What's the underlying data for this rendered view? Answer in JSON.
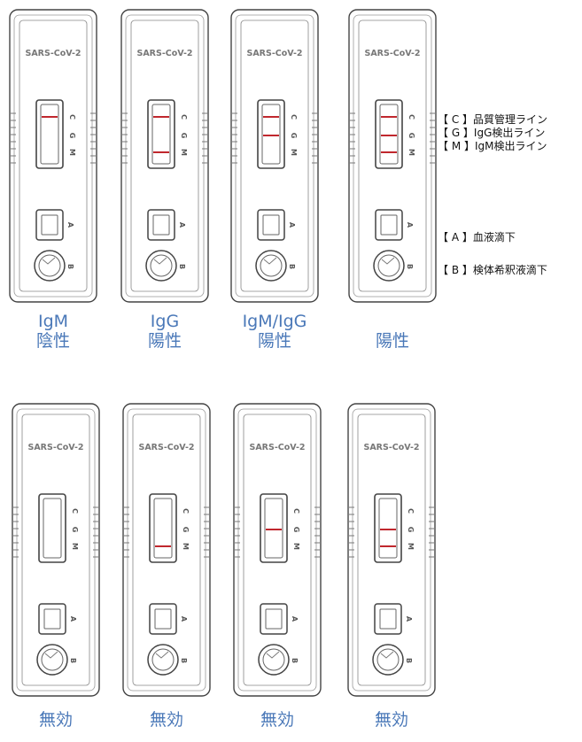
{
  "brand": "SARS-CoV-2",
  "window_letters": [
    "C",
    "G",
    "M"
  ],
  "sample_letters": [
    "A",
    "B"
  ],
  "line_color": "#c0272d",
  "caption_color": "#4a78b8",
  "top_row": [
    {
      "lines": {
        "C": true,
        "G": false,
        "M": false
      },
      "caption": [
        "IgM",
        "陰性"
      ]
    },
    {
      "lines": {
        "C": true,
        "G": false,
        "M": true
      },
      "caption": [
        "IgG",
        "陽性"
      ]
    },
    {
      "lines": {
        "C": true,
        "G": true,
        "M": false
      },
      "caption": [
        "IgM/IgG",
        "陽性"
      ]
    },
    {
      "lines": {
        "C": true,
        "G": true,
        "M": true
      },
      "caption": [
        "",
        "陽性"
      ]
    }
  ],
  "bottom_row": [
    {
      "lines": {
        "C": false,
        "G": false,
        "M": false
      },
      "caption": [
        "無効"
      ]
    },
    {
      "lines": {
        "C": false,
        "G": false,
        "M": true
      },
      "caption": [
        "無効"
      ]
    },
    {
      "lines": {
        "C": false,
        "G": true,
        "M": false
      },
      "caption": [
        "無効"
      ]
    },
    {
      "lines": {
        "C": false,
        "G": true,
        "M": true
      },
      "caption": [
        "無効"
      ]
    }
  ],
  "legend": {
    "c_line": "【 C 】品質管理ライン",
    "g_line": "【 G 】IgG検出ライン",
    "m_line": "【 M 】IgM検出ライン",
    "a_well": "【 A 】血液滴下",
    "b_well": "【 B 】検体希釈液滴下"
  }
}
